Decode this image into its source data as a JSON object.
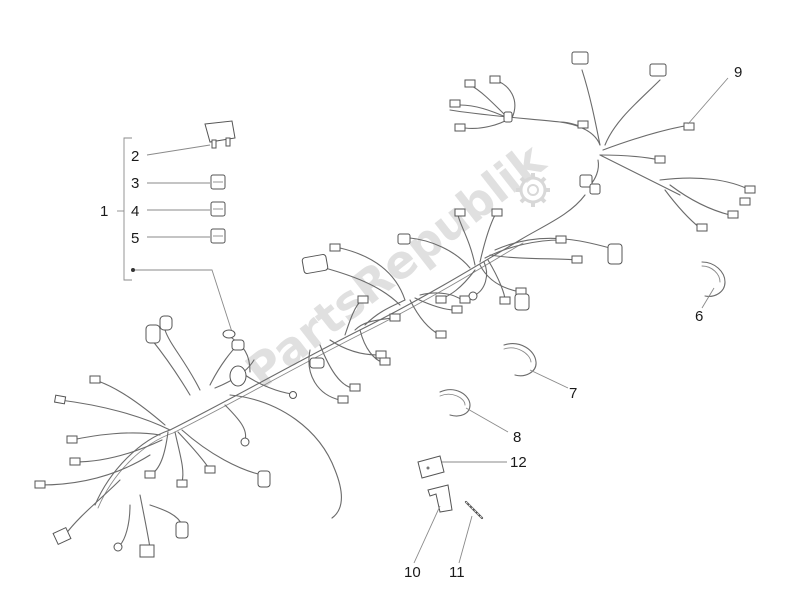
{
  "callouts": {
    "c1": "1",
    "c2": "2",
    "c3": "3",
    "c4": "4",
    "c5": "5",
    "c6": "6",
    "c7": "7",
    "c8": "8",
    "c9": "9",
    "c10": "10",
    "c11": "11",
    "c12": "12"
  },
  "watermark": "PartsRepublik",
  "colors": {
    "line": "#6b6b6b",
    "text": "#1a1a1a",
    "watermark": "#d9d9d9"
  }
}
